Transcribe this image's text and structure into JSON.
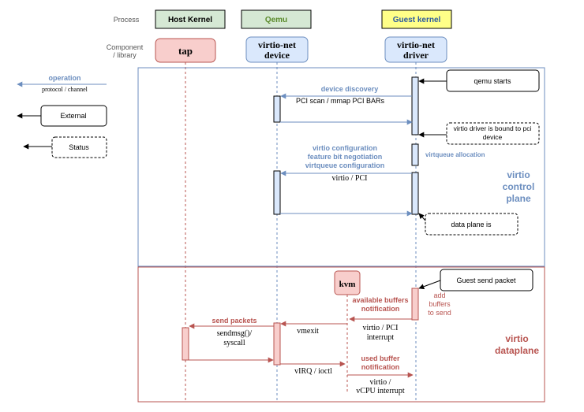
{
  "header": {
    "process_label": "Process",
    "component_label_line1": "Component",
    "component_label_line2": "/ library",
    "processes": [
      "Host Kernel",
      "Qemu",
      "Guest kernel"
    ]
  },
  "components": {
    "tap": "tap",
    "virtio_device_line1": "virtio-net",
    "virtio_device_line2": "device",
    "virtio_driver_line1": "virtio-net",
    "virtio_driver_line2": "driver",
    "kvm": "kvm"
  },
  "legend": {
    "operation": "operation",
    "protocol": "protocol / channel",
    "external": "External",
    "status": "Status"
  },
  "control_plane": {
    "title_line1": "virtio",
    "title_line2": "control",
    "title_line3": "plane",
    "qemu_starts": "qemu starts",
    "device_discovery": "device discovery",
    "pci_scan": "PCI scan / mmap PCI BARs",
    "driver_bound_line1": "virtio driver is bound to pci",
    "driver_bound_line2": "device",
    "virtqueue_allocation": "virtqueue allocation",
    "config_line1": "virtio configuration",
    "config_line2": "feature bit negotiation",
    "config_line3": "virtqueue configuration",
    "virtio_pci": "virtio / PCI",
    "data_plane_is": "data plane is"
  },
  "dataplane": {
    "title_line1": "virtio",
    "title_line2": "dataplane",
    "guest_send": "Guest send packet",
    "add_buffers_line1": "add",
    "add_buffers_line2": "buffers",
    "add_buffers_line3": "to send",
    "avail_line1": "available buffers",
    "avail_line2": "notification",
    "pci_interrupt_line1": "virtio / PCI",
    "pci_interrupt_line2": "interrupt",
    "vmexit": "vmexit",
    "send_packets": "send packets",
    "sendmsg_line1": "sendmsg()/",
    "sendmsg_line2": "syscall",
    "used_line1": "used buffer",
    "used_line2": "notification",
    "virq": "vIRQ / ioctl",
    "vcpu_line1": "virtio /",
    "vcpu_line2": "vCPU interrupt"
  },
  "colors": {
    "blue": "#6c8ebf",
    "red": "#b85450",
    "green_fill": "#d5e8d4",
    "yellow_fill": "#ffff88",
    "blue_fill": "#dae8fc",
    "red_fill": "#f8cecc"
  }
}
